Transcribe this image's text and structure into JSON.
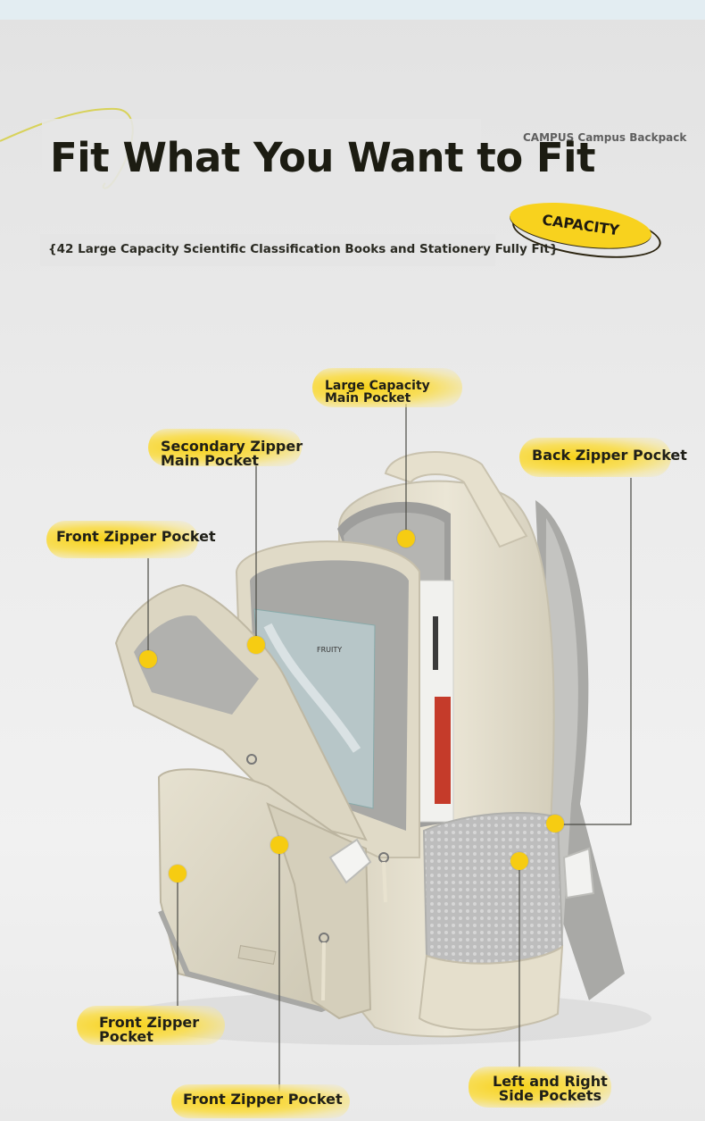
{
  "header": {
    "tag": "CAMPUS Campus Backpack",
    "title": "Fit What You Want to Fit",
    "subtitle": "{42 Large Capacity Scientific Classification Books and Stationery Fully Fit}",
    "badge": "CAPACITY"
  },
  "callouts": {
    "main_pocket": [
      "Large Capacity",
      " Main Pocket"
    ],
    "secondary_pocket": [
      "Secondary Zipper",
      " Main Pocket"
    ],
    "back_pocket": "Back Zipper Pocket",
    "front_pocket_top": "Front Zipper Pocket",
    "front_pocket_left": [
      "Front Zipper",
      " Pocket"
    ],
    "front_pocket_bottom": "Front Zipper Pocket",
    "side_pockets": [
      "Left and Right",
      "Side Pockets"
    ]
  },
  "product_image": {
    "description_icon": "backpack-illustration",
    "book_text": "FRUITY"
  },
  "colors": {
    "accent": "#f6cc12",
    "text": "#1f1f18",
    "backpack": "#e8e3d2"
  }
}
